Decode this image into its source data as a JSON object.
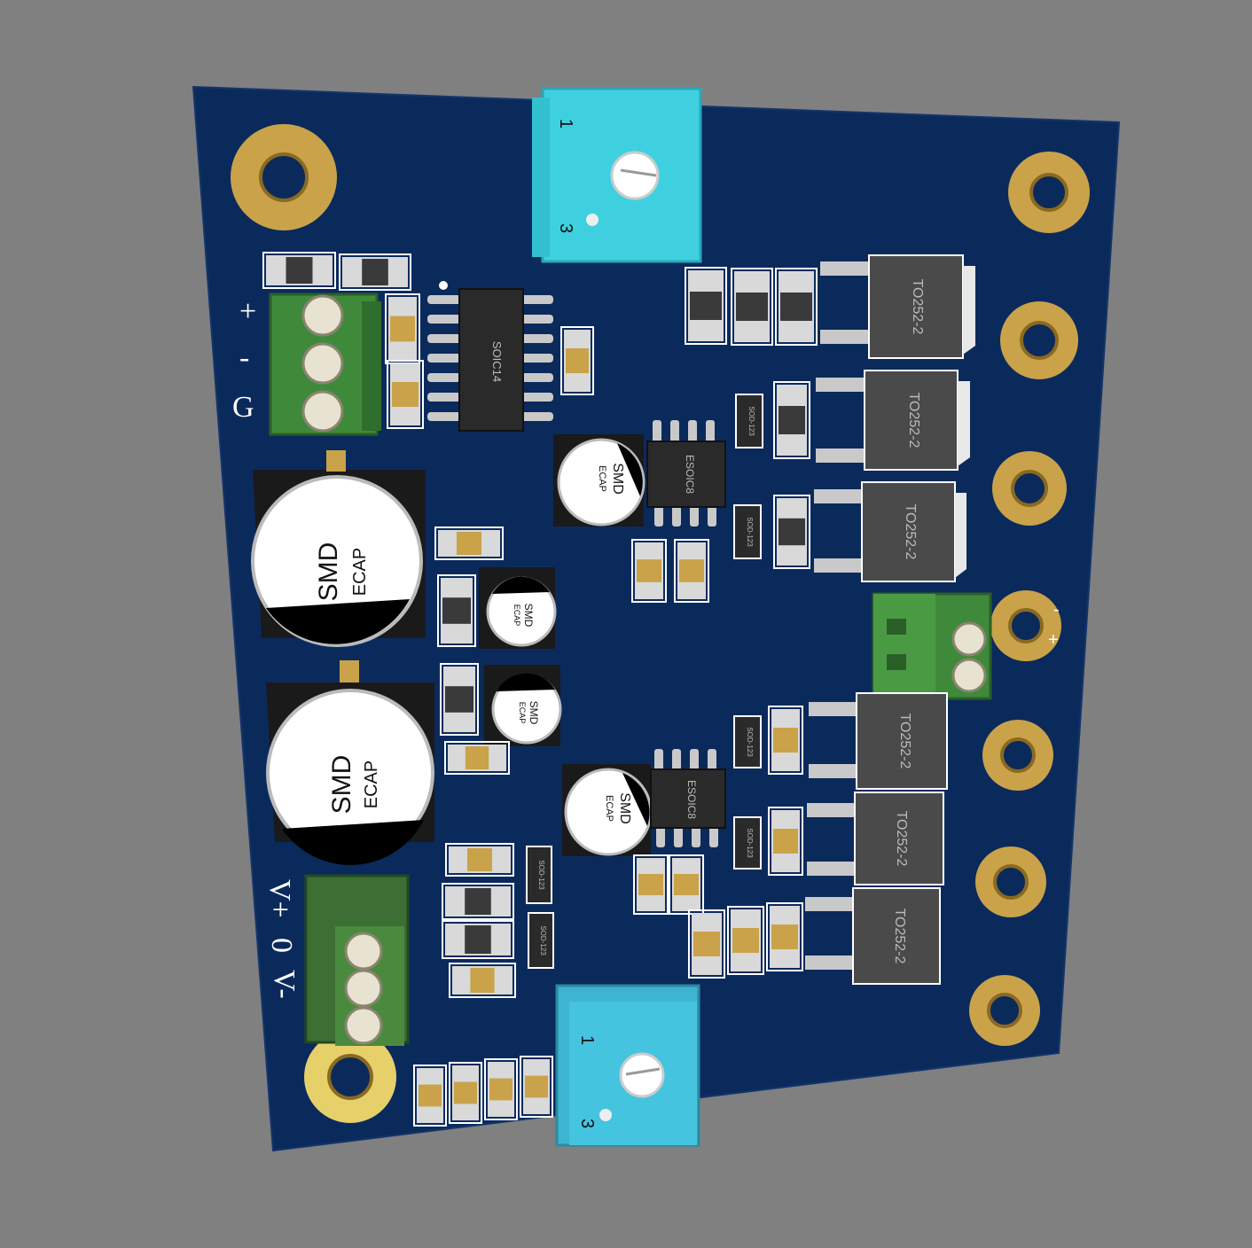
{
  "colors": {
    "background": "#808080",
    "board": "#0b2a5c",
    "pad_gold": "#c9a24a",
    "terminal_green": "#3f8a3a",
    "trimmer_cyan": "#3fd0e0",
    "chip_black": "#2a2a2a",
    "regulator_grey": "#4a4a4a"
  },
  "silkscreen": {
    "left_top_labels": [
      "+",
      "-",
      "G"
    ],
    "left_bottom_labels": [
      "V+",
      "0",
      "V-"
    ],
    "right_terminal_labels": [
      "-",
      "+"
    ]
  },
  "trimmers": {
    "pin1": "1",
    "pin3": "3"
  },
  "chips": {
    "soic14": "SOIC14",
    "esoic8": "ESOIC8",
    "sod123": "SOD-123"
  },
  "capacitors": {
    "line1": "SMD",
    "line2": "ECAP"
  },
  "regulators": {
    "label": "TO252-2"
  }
}
